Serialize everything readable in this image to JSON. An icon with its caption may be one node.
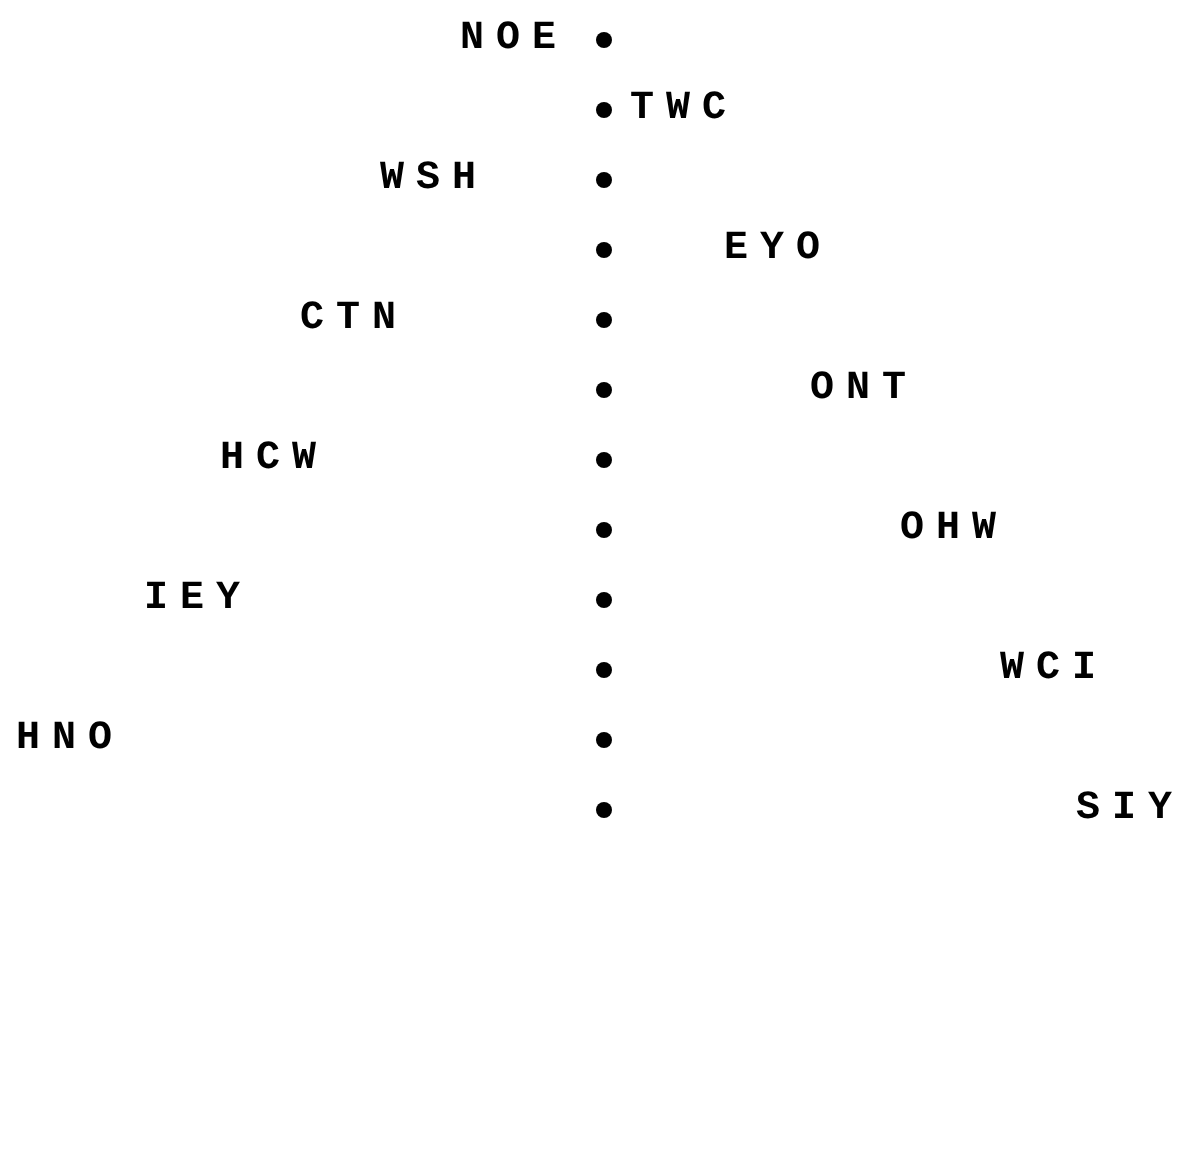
{
  "diagram": {
    "nodes": [
      {
        "text": [],
        "shape": "circle"
      },
      {
        "text": [],
        "shape": "circle"
      },
      {
        "text": [],
        "shape": "circle"
      },
      {
        "text": [],
        "shape": "circle"
      },
      {
        "text": [],
        "shape": "circle"
      },
      {
        "text": [],
        "shape": "circle"
      },
      {
        "text": [],
        "shape": "circle"
      },
      {
        "text": [],
        "shape": "circle"
      },
      {
        "text": [],
        "shape": "circle"
      },
      {
        "text": [],
        "shape": "circle"
      },
      {
        "text": [],
        "shape": "circle"
      },
      {
        "text": [],
        "shape": "circle"
      }
    ],
    "labels": [
      "NOE",
      "TWC",
      "WSH",
      "EYO",
      "CTN",
      "ONT",
      "HCW",
      "OHW",
      "IEY",
      "WCI",
      "HNO",
      "SIY"
    ]
  }
}
